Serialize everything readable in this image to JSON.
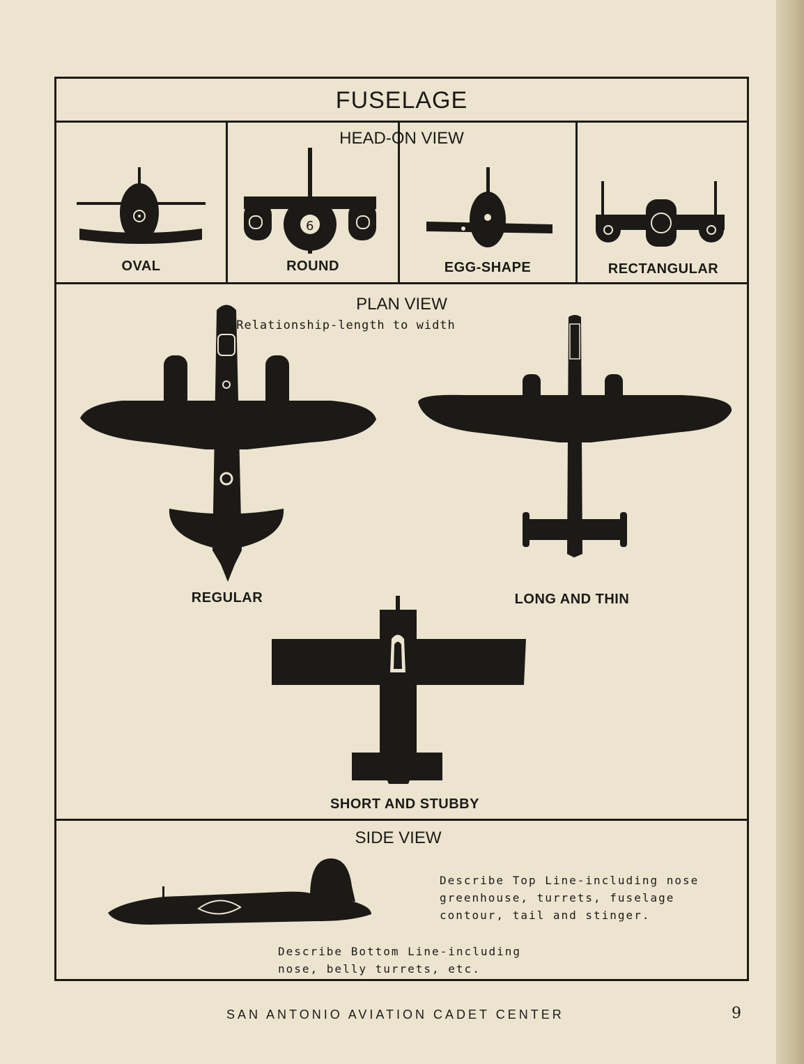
{
  "title": "FUSELAGE",
  "head_on": {
    "heading": "HEAD-ON VIEW",
    "shapes": [
      "OVAL",
      "ROUND",
      "EGG-SHAPE",
      "RECTANGULAR"
    ]
  },
  "plan": {
    "heading": "PLAN VIEW",
    "subheading": "Relationship-length to width",
    "labels": {
      "regular": "REGULAR",
      "long_thin": "LONG AND THIN",
      "short_stubby": "SHORT AND STUBBY"
    }
  },
  "side": {
    "heading": "SIDE VIEW",
    "top_note": "Describe Top Line-including nose\ngreenhouse, turrets, fuselage\ncontour, tail and stinger.",
    "bottom_note": "Describe Bottom Line-including\nnose, belly turrets, etc."
  },
  "footer": "SAN ANTONIO AVIATION CADET CENTER",
  "page_number": "9",
  "colors": {
    "paper": "#ece4cf",
    "ink": "#1b1a17"
  }
}
